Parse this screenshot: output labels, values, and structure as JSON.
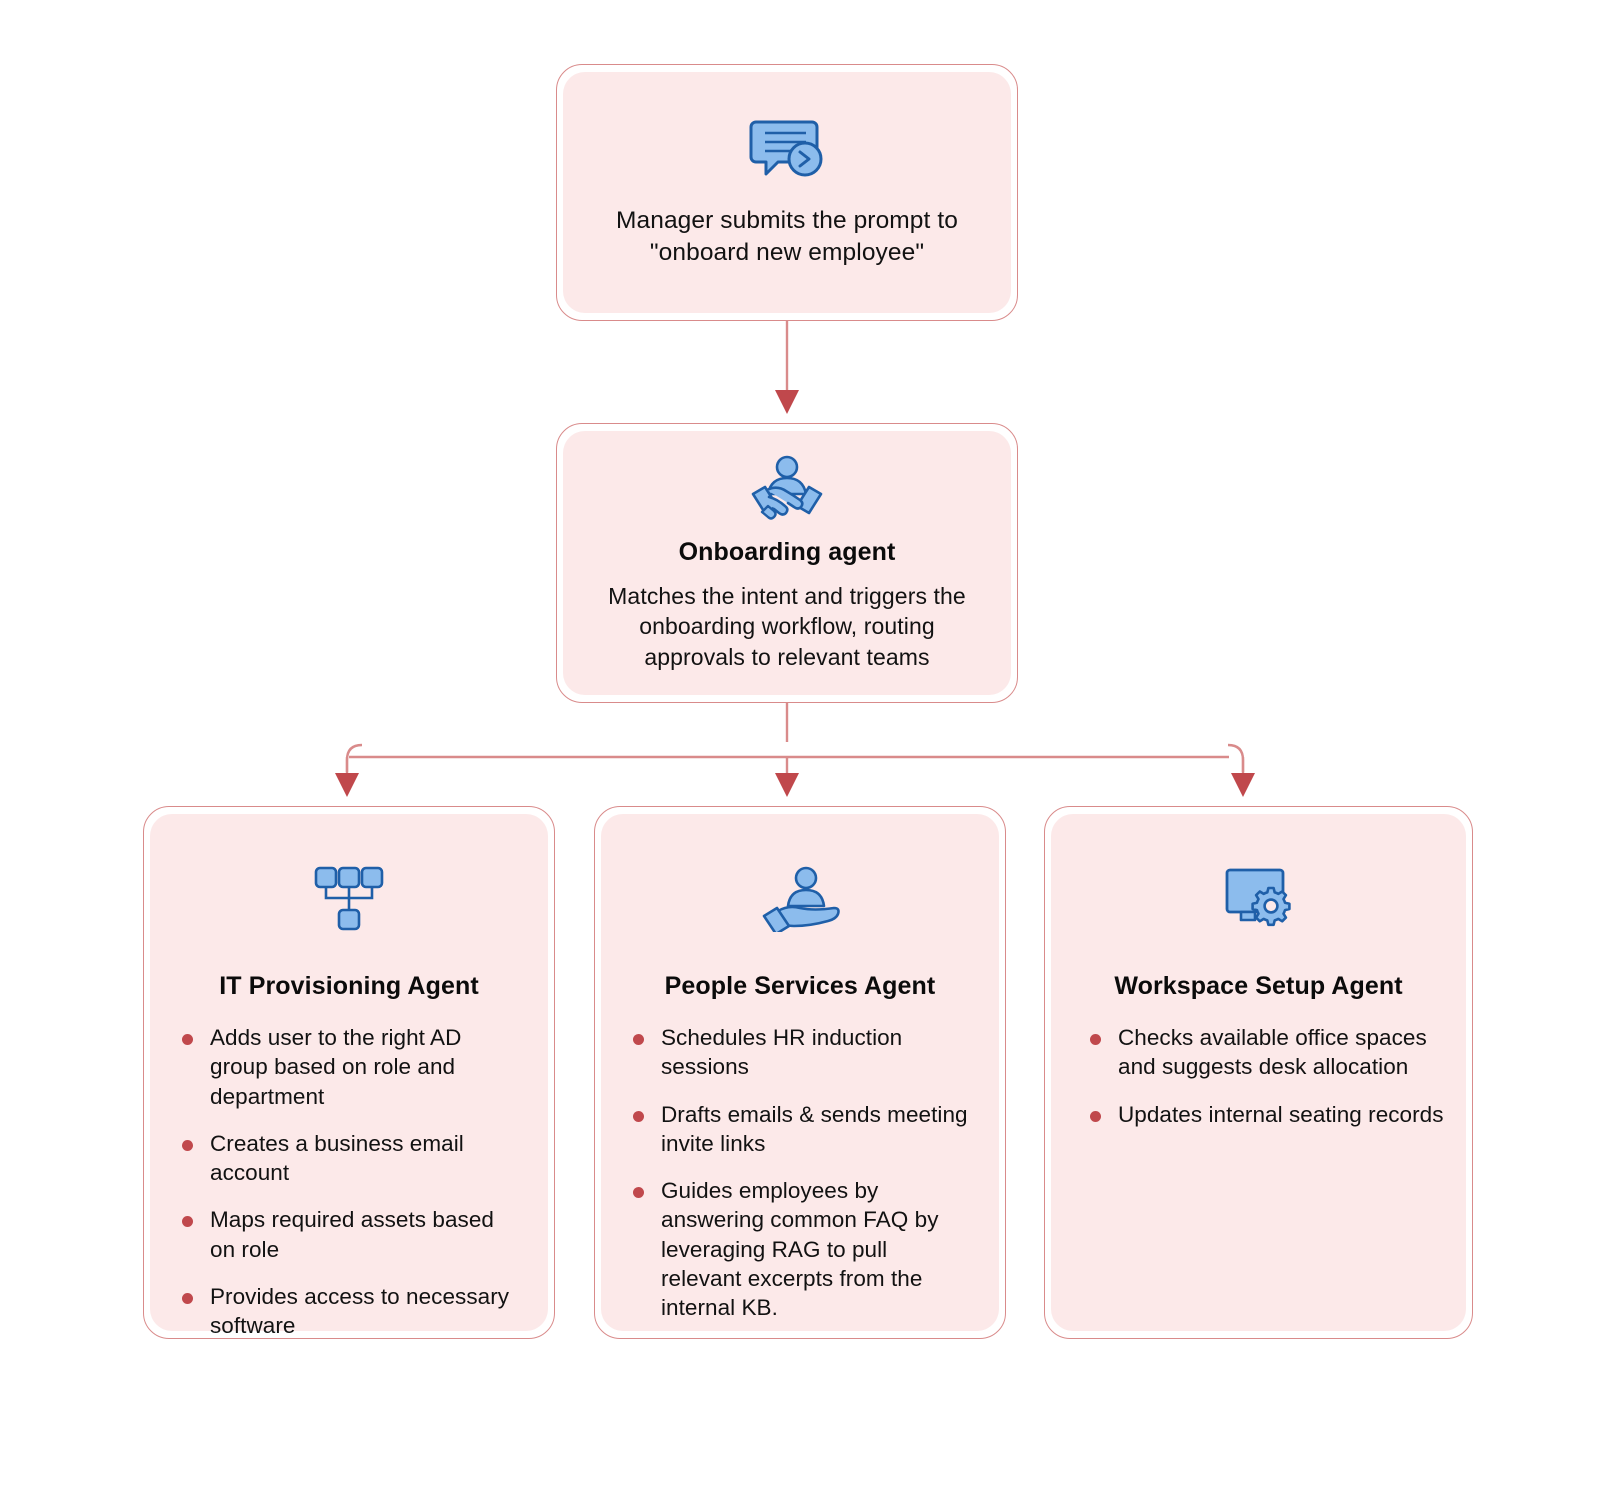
{
  "diagram": {
    "type": "flowchart",
    "orientation": "top-down-fan-out",
    "theme": {
      "page_background": "#ffffff",
      "card_fill": "#fce9e9",
      "card_border": "#d98b8b",
      "connector_line": "#d98b8b",
      "arrow_head": "#c0484c",
      "bullet_dot": "#c0484c",
      "icon_fill": "#7eb4e2",
      "icon_stroke": "#1f5fa8",
      "text_color": "#121212"
    }
  },
  "nodes": {
    "trigger": {
      "icon": "chat-prompt-icon",
      "text": "Manager submits the prompt to \"onboard new employee\""
    },
    "orchestrator": {
      "icon": "handshake-icon",
      "title": "Onboarding agent",
      "description": "Matches the intent and triggers the onboarding workflow, routing approvals to relevant teams"
    }
  },
  "agents": [
    {
      "id": "it-provisioning",
      "icon": "network-hierarchy-icon",
      "title": "IT Provisioning Agent",
      "bullets": [
        "Adds user to the right AD group based on role and department",
        "Creates a business email account",
        "Maps required assets based on role",
        "Provides access to necessary software"
      ]
    },
    {
      "id": "people-services",
      "icon": "hand-person-icon",
      "title": "People Services Agent",
      "bullets": [
        "Schedules HR induction sessions",
        "Drafts emails & sends meeting invite links",
        "Guides employees by answering common FAQ by leveraging RAG to pull relevant excerpts from the internal KB."
      ]
    },
    {
      "id": "workspace-setup",
      "icon": "monitor-gear-icon",
      "title": "Workspace Setup Agent",
      "bullets": [
        "Checks available office spaces and suggests desk allocation",
        "Updates internal seating records"
      ]
    }
  ]
}
